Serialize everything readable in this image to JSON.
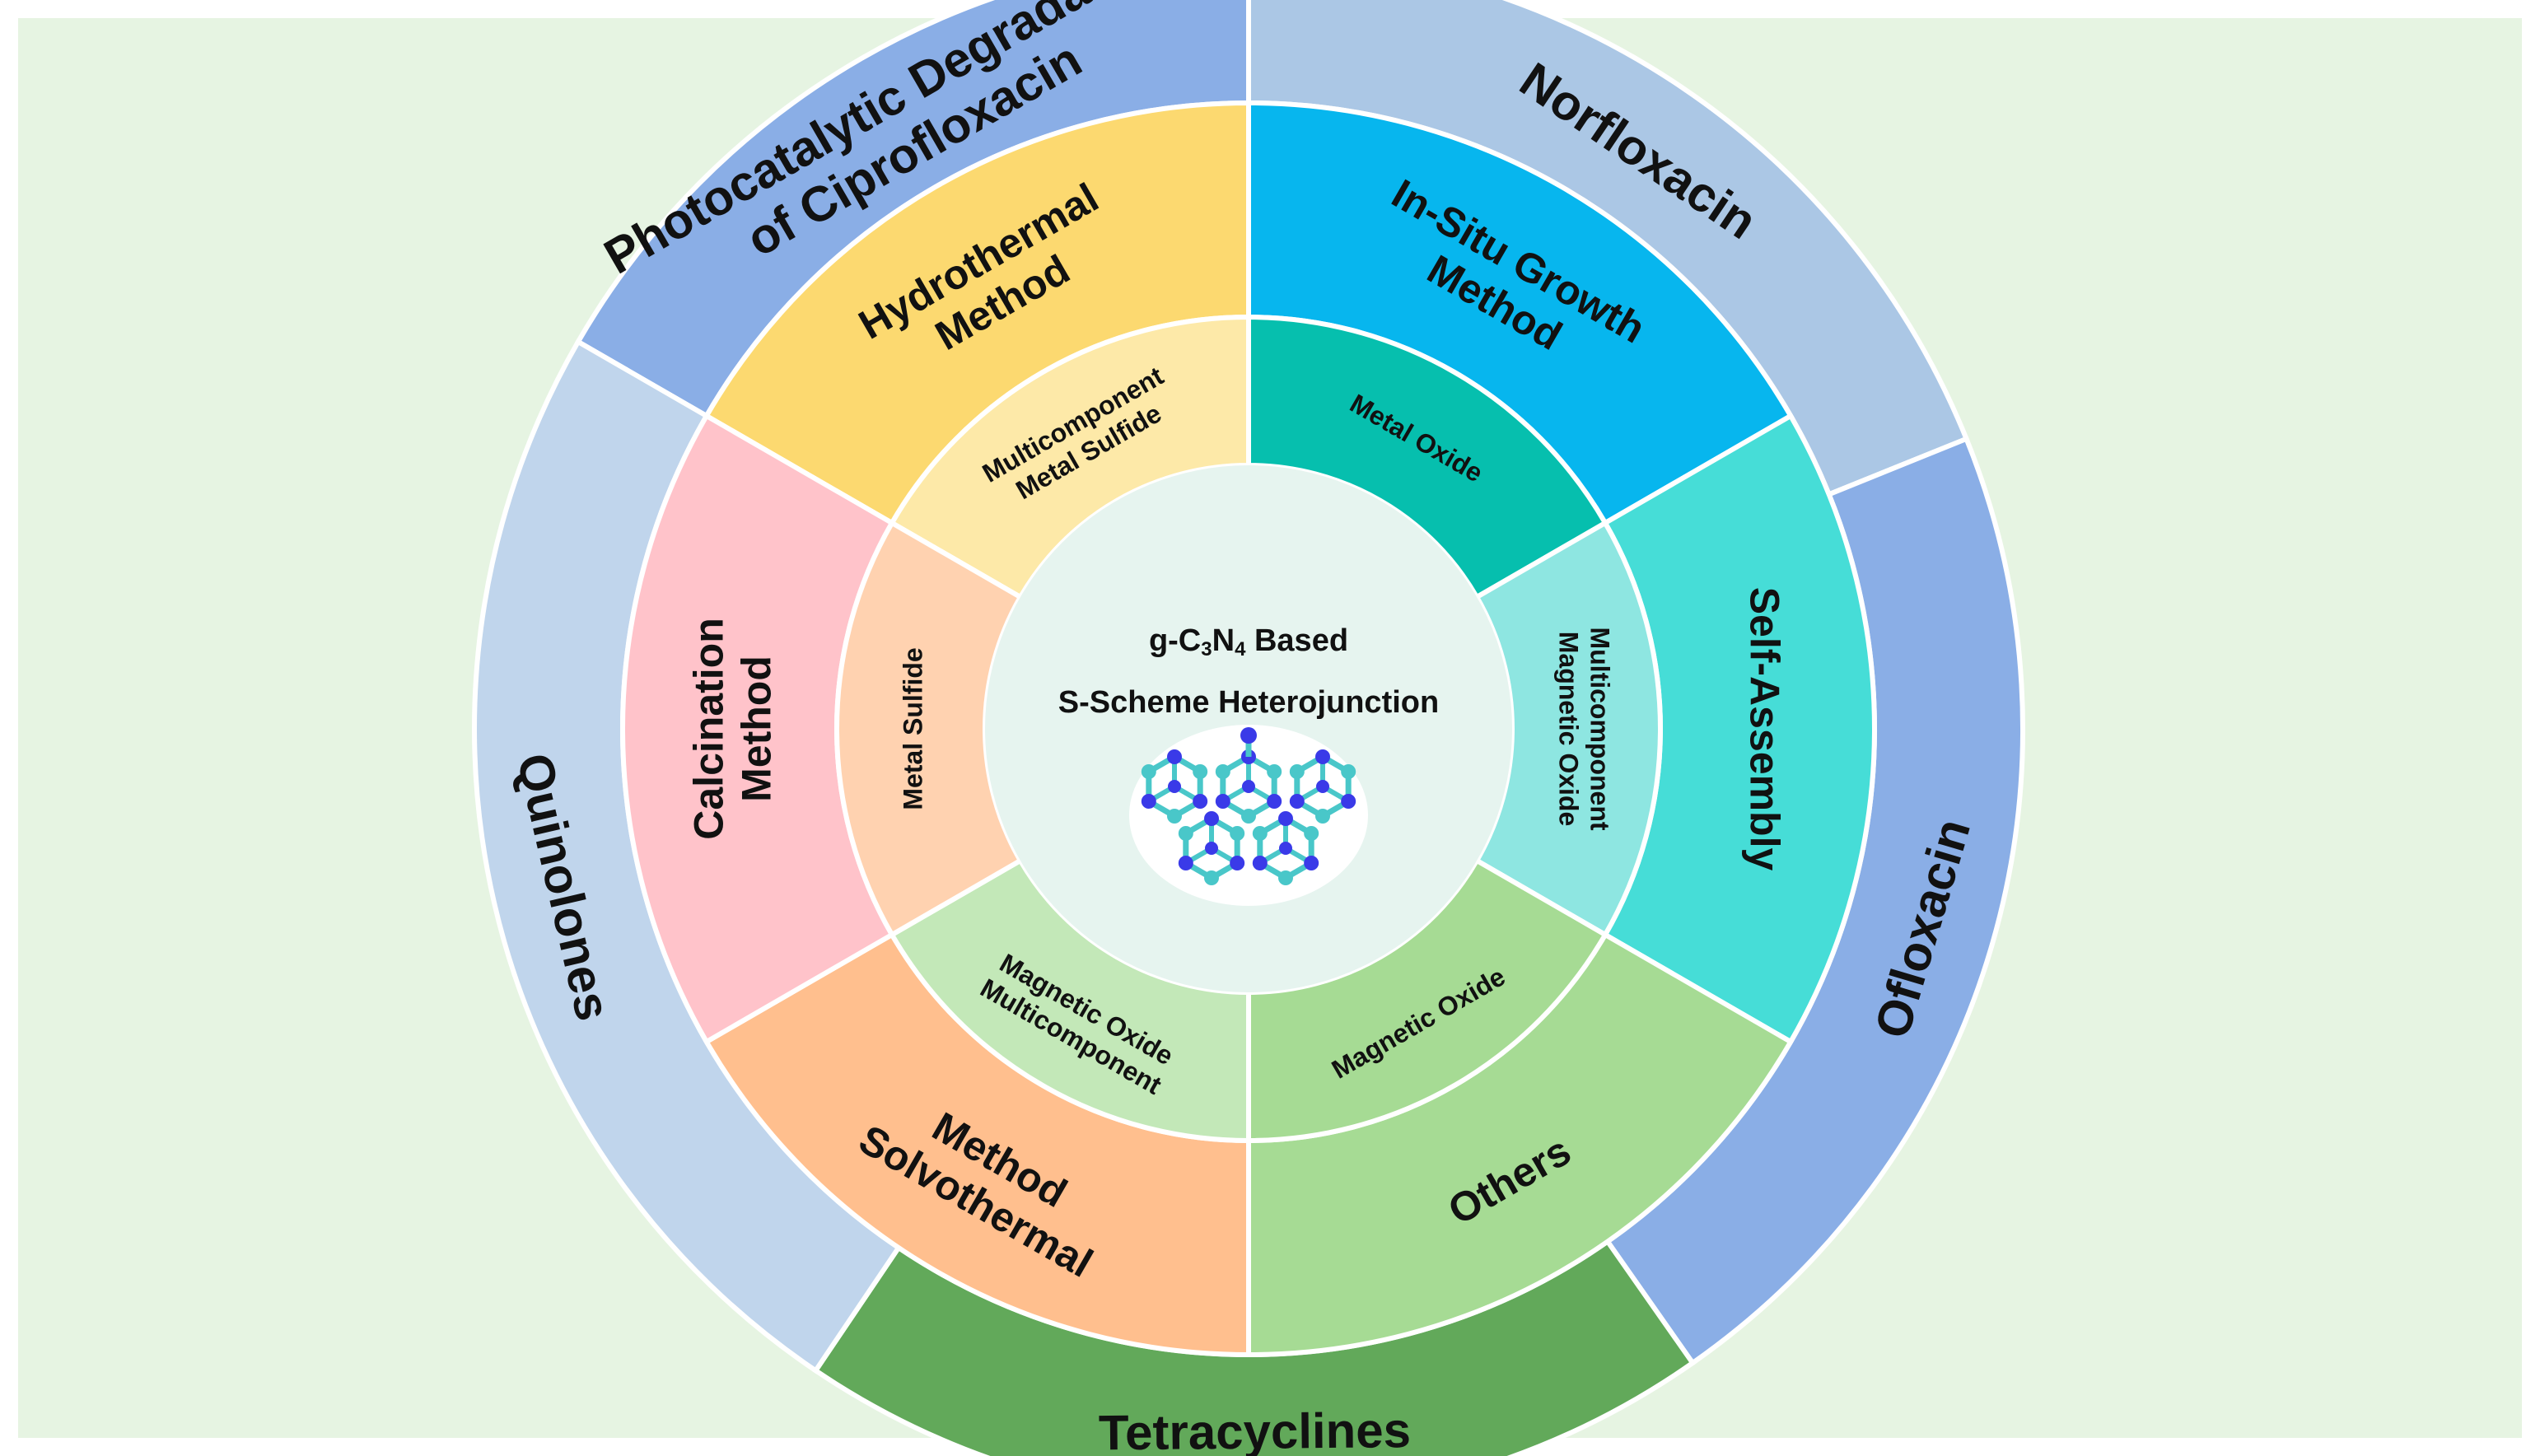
{
  "colors": {
    "background": "#e6f4e2",
    "frame": "#ffffff",
    "separator": "#ffffff",
    "center_fill": "#e6f4ef",
    "molecule_blue": "#3a3ae8",
    "molecule_cyan": "#49c7c9"
  },
  "center": {
    "title_pre": "g-C",
    "title_sub1": "3",
    "title_mid": "N",
    "title_sub2": "4",
    "title_post": " Based",
    "line2": "S-Scheme Heterojunction",
    "molecule_icon": "g-c3n4-molecule-icon"
  },
  "outer_ring": [
    {
      "id": "ciprofloxacin",
      "lines": [
        "Photocatalytic Degradation",
        "of Ciprofloxacin"
      ],
      "color": "#8aaee6",
      "from": 300,
      "to": 360
    },
    {
      "id": "norfloxacin",
      "lines": [
        "Norfloxacin"
      ],
      "color": "#abc7e5",
      "from": 0,
      "to": 68
    },
    {
      "id": "ofloxacin",
      "lines": [
        "Ofloxacin"
      ],
      "color": "#8aaee6",
      "from": 68,
      "to": 145
    },
    {
      "id": "tetracyclines",
      "lines": [
        "Tetracyclines"
      ],
      "color": "#62a95a",
      "from": 145,
      "to": 214
    },
    {
      "id": "quinolones",
      "lines": [
        "Quinolones"
      ],
      "color": "#c0d5ec",
      "from": 214,
      "to": 300
    }
  ],
  "middle_ring": [
    {
      "id": "hydrothermal",
      "lines": [
        "Hydrothermal",
        "Method"
      ],
      "color": "#fcd970",
      "from": 300,
      "to": 360
    },
    {
      "id": "in-situ-growth",
      "lines": [
        "In-Situ Growth",
        "Method"
      ],
      "color": "#07b6ee",
      "from": 0,
      "to": 60
    },
    {
      "id": "self-assembly",
      "lines": [
        "Self-Assembly"
      ],
      "color": "#46ddd7",
      "from": 60,
      "to": 120
    },
    {
      "id": "others",
      "lines": [
        "Others"
      ],
      "color": "#a6db94",
      "from": 120,
      "to": 180
    },
    {
      "id": "solvothermal",
      "lines": [
        "Solvothermal",
        "Method"
      ],
      "color": "#ffbf8e",
      "from": 180,
      "to": 240
    },
    {
      "id": "calcination",
      "lines": [
        "Calcination",
        "Method"
      ],
      "color": "#ffc3ca",
      "from": 240,
      "to": 300
    }
  ],
  "inner_ring": [
    {
      "id": "multicomponent-metal-sulfide",
      "lines": [
        "Multicomponent",
        "Metal Sulfide"
      ],
      "color": "#fde9a8",
      "from": 300,
      "to": 360
    },
    {
      "id": "metal-oxide",
      "lines": [
        "Metal Oxide"
      ],
      "color": "#06bfae",
      "from": 0,
      "to": 60
    },
    {
      "id": "multicomponent-magnetic-oxide-right",
      "lines": [
        "Multicomponent",
        "Magnetic Oxide"
      ],
      "color": "#8ee6e1",
      "from": 60,
      "to": 120
    },
    {
      "id": "magnetic-oxide",
      "lines": [
        "Magnetic Oxide"
      ],
      "color": "#a6db94",
      "from": 120,
      "to": 180
    },
    {
      "id": "multicomponent-magnetic-oxide-left",
      "lines": [
        "Multicomponent",
        "Magnetic Oxide"
      ],
      "color": "#c3e8b8",
      "from": 180,
      "to": 240
    },
    {
      "id": "metal-sulfide",
      "lines": [
        "Metal Sulfide"
      ],
      "color": "#ffd2b0",
      "from": 240,
      "to": 300
    }
  ]
}
